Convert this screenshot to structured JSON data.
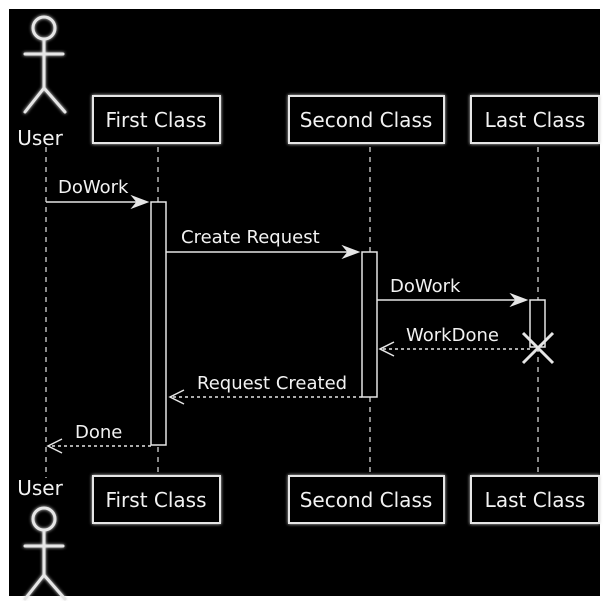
{
  "diagram": {
    "type": "sequence",
    "participants": [
      {
        "id": "user",
        "label": "User",
        "kind": "actor"
      },
      {
        "id": "first",
        "label": "First Class",
        "kind": "participant"
      },
      {
        "id": "second",
        "label": "Second Class",
        "kind": "participant"
      },
      {
        "id": "last",
        "label": "Last Class",
        "kind": "participant"
      }
    ],
    "messages": [
      {
        "from": "user",
        "to": "first",
        "label": "DoWork",
        "style": "solid"
      },
      {
        "from": "first",
        "to": "second",
        "label": "Create Request",
        "style": "solid"
      },
      {
        "from": "second",
        "to": "last",
        "label": "DoWork",
        "style": "solid"
      },
      {
        "from": "last",
        "to": "second",
        "label": "WorkDone",
        "style": "dashed"
      },
      {
        "from": "second",
        "to": "first",
        "label": "Request Created",
        "style": "dashed"
      },
      {
        "from": "first",
        "to": "user",
        "label": "Done",
        "style": "dashed"
      }
    ],
    "destroyed": "last"
  },
  "colors": {
    "background": "#000000",
    "frame": "#ffffff",
    "stroke": "#e6e6e6",
    "text": "#f2f2f2",
    "participant_fill": "#000000"
  }
}
